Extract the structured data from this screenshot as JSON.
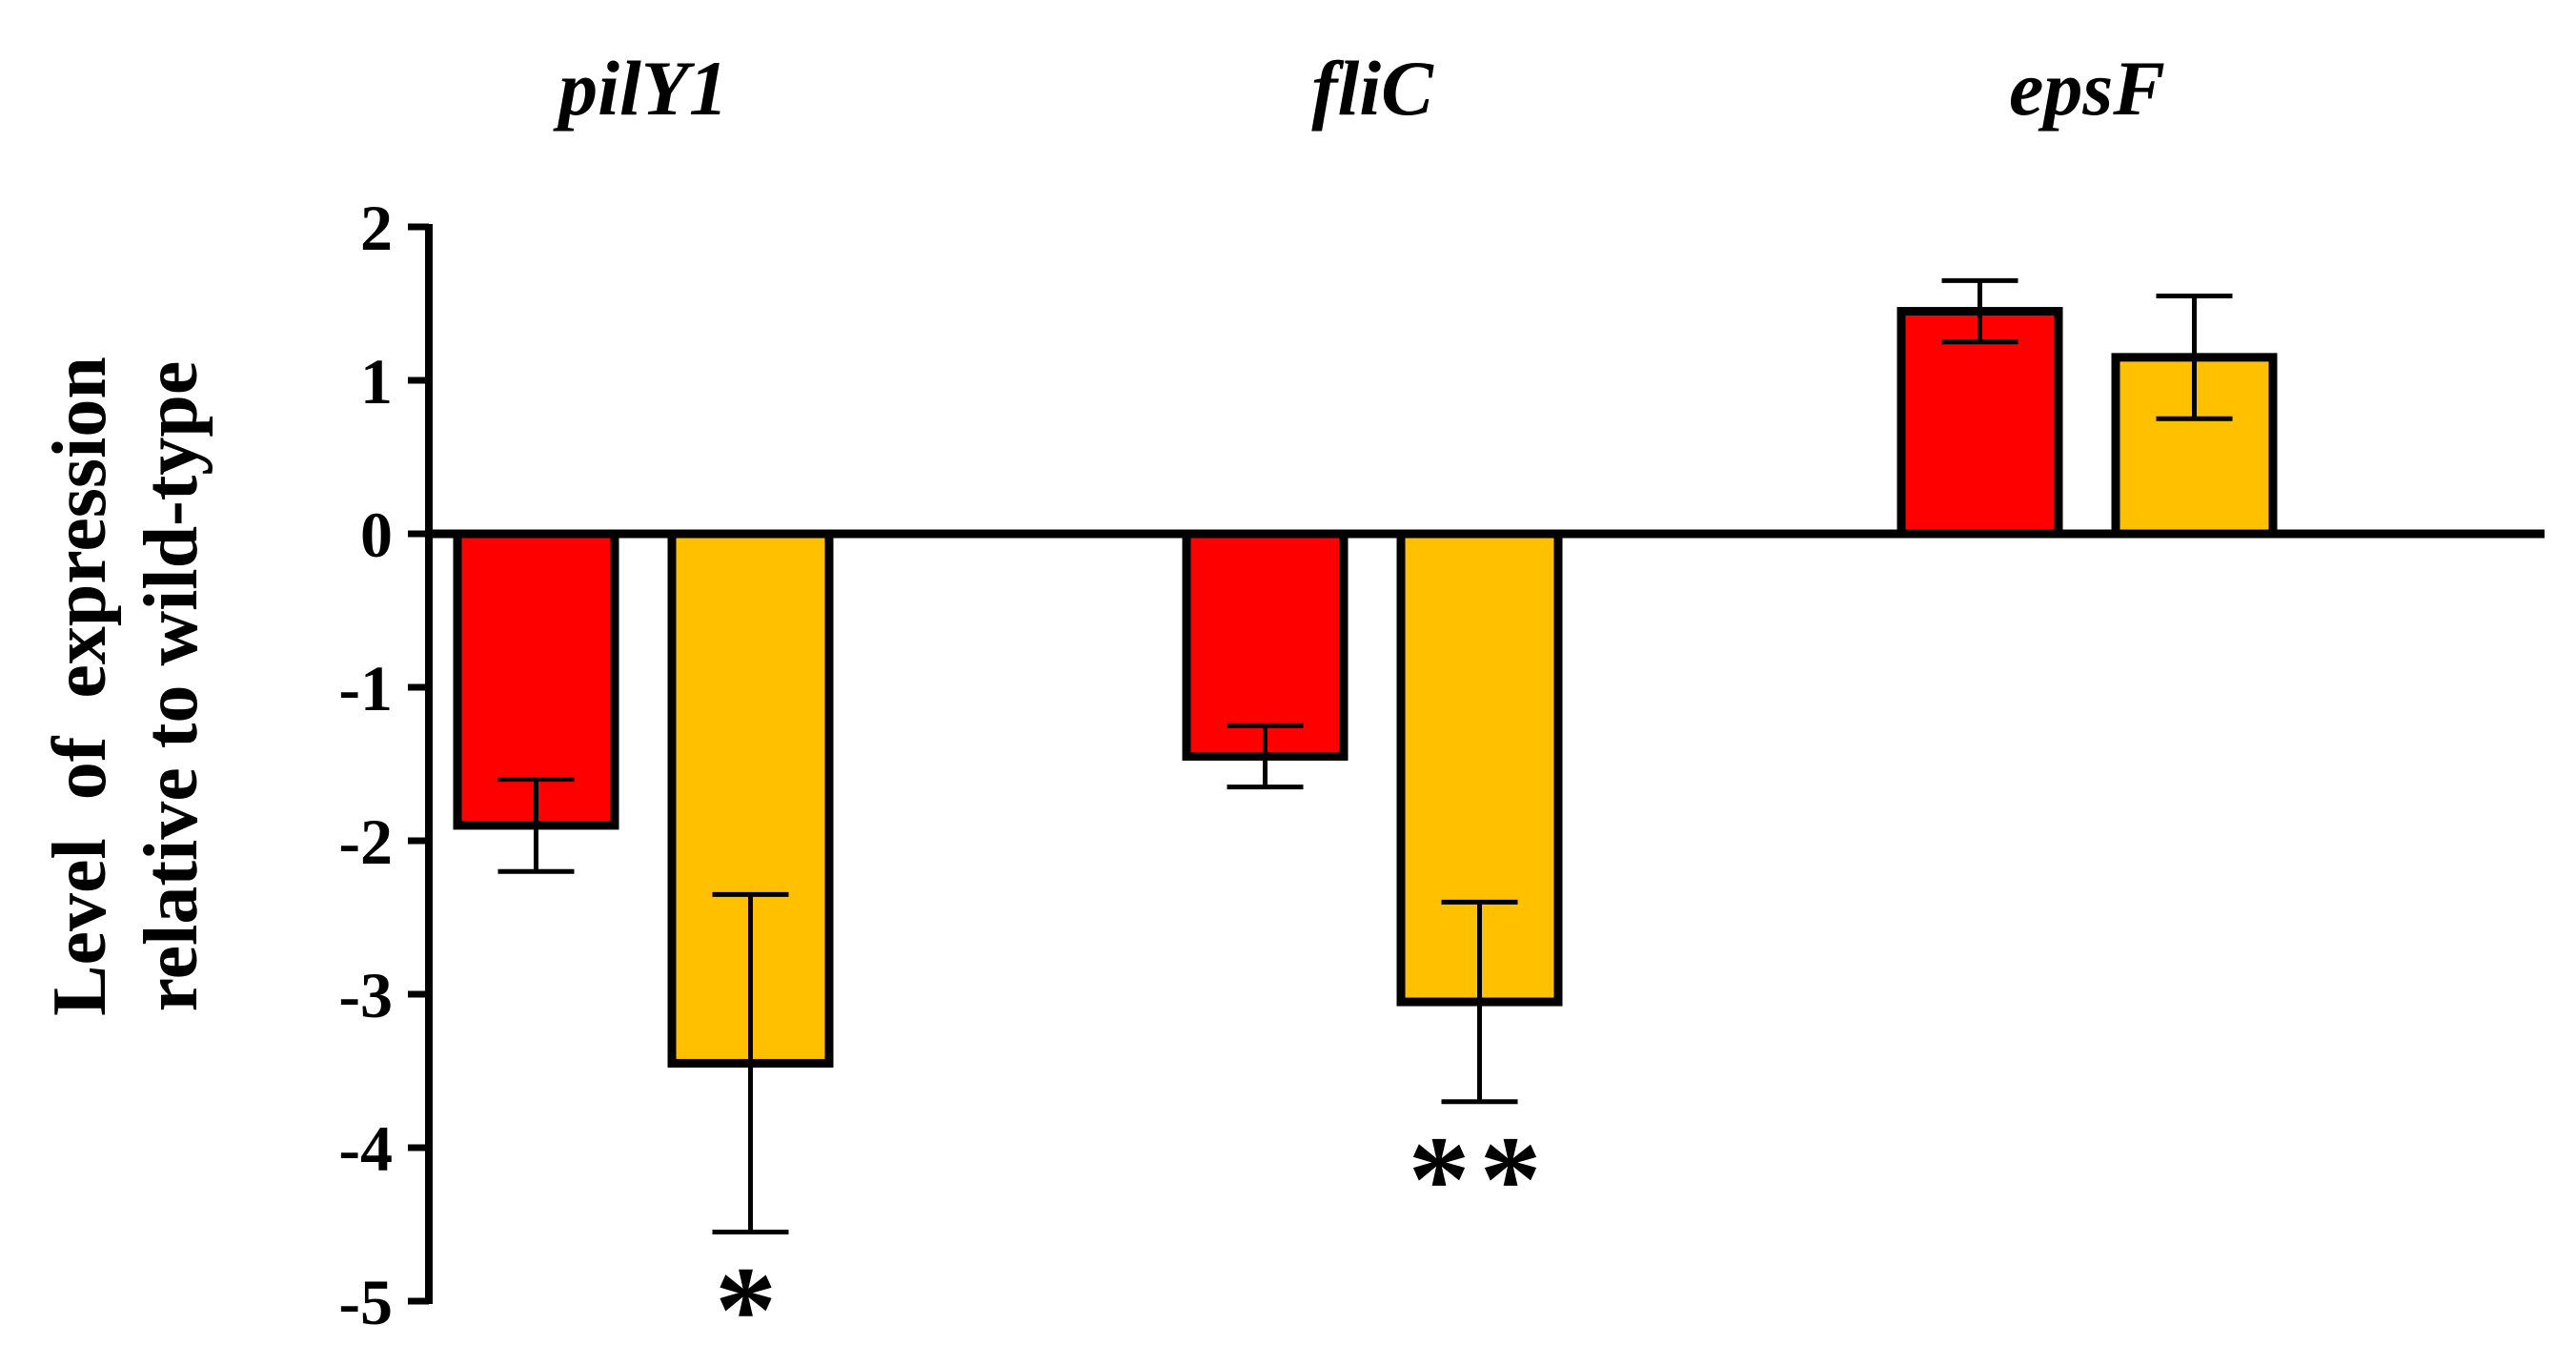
{
  "chart_data": {
    "type": "bar",
    "categories": [
      "pilY1",
      "fliC",
      "epsF"
    ],
    "series": [
      {
        "color": "#FF0000",
        "values": [
          -1.9,
          -1.45,
          1.45
        ],
        "error": [
          0.3,
          0.2,
          0.2
        ]
      },
      {
        "color": "#FFC000",
        "values": [
          -3.45,
          -3.05,
          1.15
        ],
        "error": [
          1.1,
          0.65,
          0.4
        ]
      }
    ],
    "ylabel_lines": [
      "Level  of  expression",
      "relative to wild-type"
    ],
    "ylim": [
      -5,
      2
    ],
    "yticks": [
      "2",
      "1",
      "0",
      "-1",
      "-2",
      "-3",
      "-4",
      "-5"
    ],
    "significance": [
      {
        "category": "pilY1",
        "series": 1,
        "label": "*"
      },
      {
        "category": "fliC",
        "series": 1,
        "label": "**"
      }
    ],
    "legend": "none",
    "grid": false
  }
}
